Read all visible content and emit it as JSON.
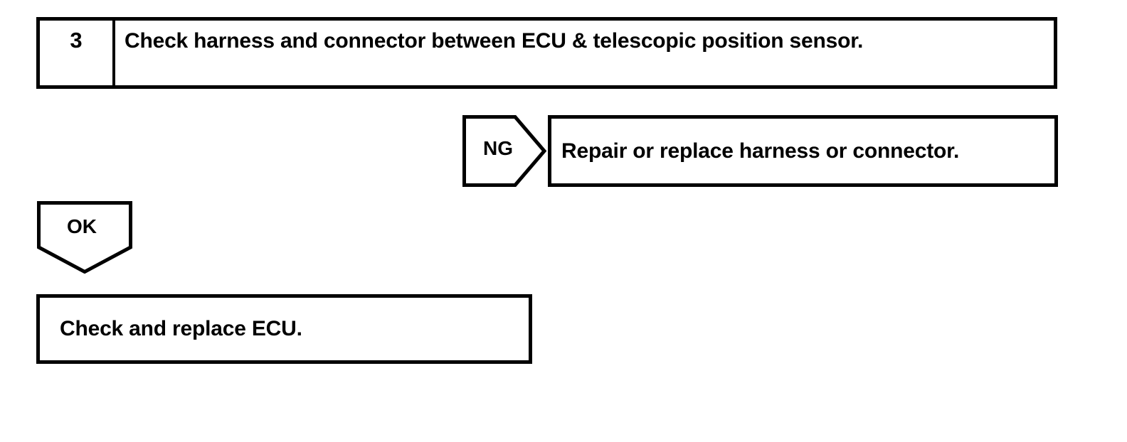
{
  "document": {
    "type": "diagnostic-flowchart",
    "stroke_color": "#000000",
    "background_color": "#ffffff"
  },
  "step": {
    "number": "3",
    "instruction": "Check harness and connector between ECU & telescopic position sensor."
  },
  "branches": {
    "ng": {
      "label": "NG",
      "action": "Repair or replace harness or connector."
    },
    "ok": {
      "label": "OK",
      "action": "Check and replace ECU."
    }
  }
}
